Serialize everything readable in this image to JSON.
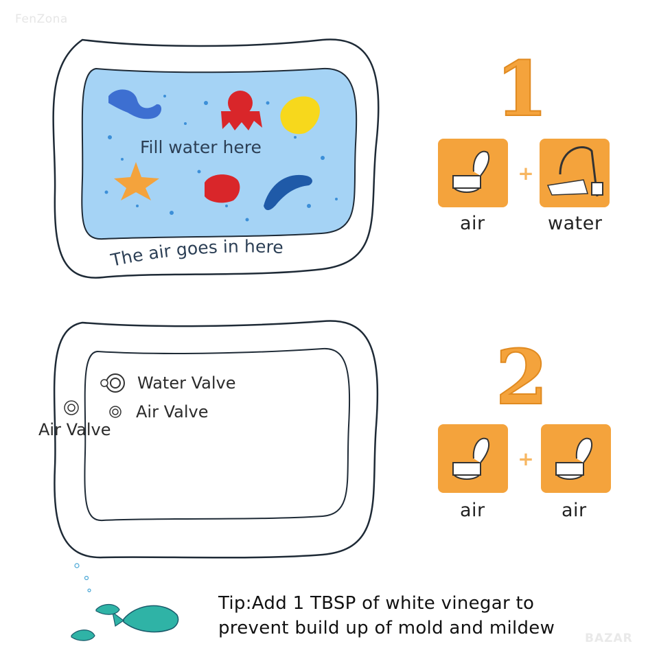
{
  "watermark": "FenZona",
  "step1": {
    "number": "1",
    "mat_fill_label": "Fill water here",
    "mat_air_label": "The air goes in here",
    "left_label": "air",
    "right_label": "water",
    "plus": "+"
  },
  "step2": {
    "number": "2",
    "water_valve_label": "Water Valve",
    "air_valve_inner_label": "Air Valve",
    "air_valve_outer_label": "Air Valve",
    "left_label": "air",
    "right_label": "air",
    "plus": "+"
  },
  "tip": {
    "line1": "Tip:Add 1 TBSP of white vinegar to",
    "line2": "prevent build up of mold and mildew"
  },
  "badge": "BAZAR",
  "colors": {
    "orange": "#f4a33c",
    "orange_light": "#f7b661",
    "water_blue": "#9fd2f3",
    "outline": "#1e2a36"
  }
}
